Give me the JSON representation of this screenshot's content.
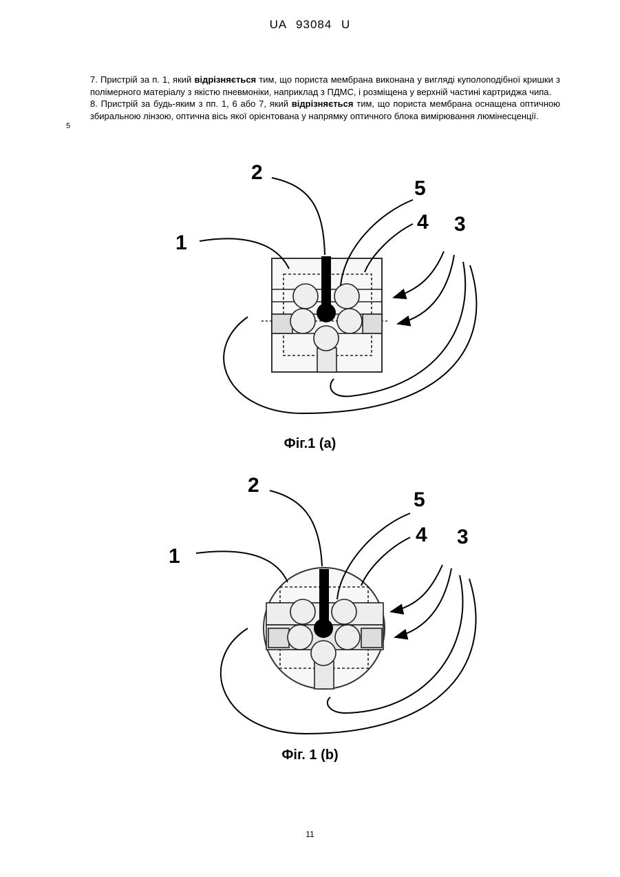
{
  "header": {
    "doc_id": "UA   93084   U"
  },
  "line_number": "5",
  "claims": [
    {
      "before": "7. Пристрій за п. 1, який ",
      "bold": "відрізняється",
      "after": " тим, що пориста мембрана виконана у вигляді куполоподібної кришки з полімерного матеріалу з якістю пневмоніки, наприклад з ПДМС, і розміщена у верхній частині картриджа чипа."
    },
    {
      "before": "8. Пристрій за будь-яким з пп. 1, 6 або 7, який ",
      "bold": "відрізняється",
      "after": " тим, що пориста мембрана оснащена оптичною збиральною лінзою, оптична вісь якої орієнтована у напрямку оптичного блока вимірювання люмінесценції."
    }
  ],
  "figures": [
    {
      "caption": "Фіг.1 (a)",
      "labels": {
        "l1": "1",
        "l2": "2",
        "l3": "3",
        "l4": "4",
        "l5": "5"
      }
    },
    {
      "caption": "Фіг. 1 (b)",
      "labels": {
        "l1": "1",
        "l2": "2",
        "l3": "3",
        "l4": "4",
        "l5": "5"
      }
    }
  ],
  "page_number": "11"
}
